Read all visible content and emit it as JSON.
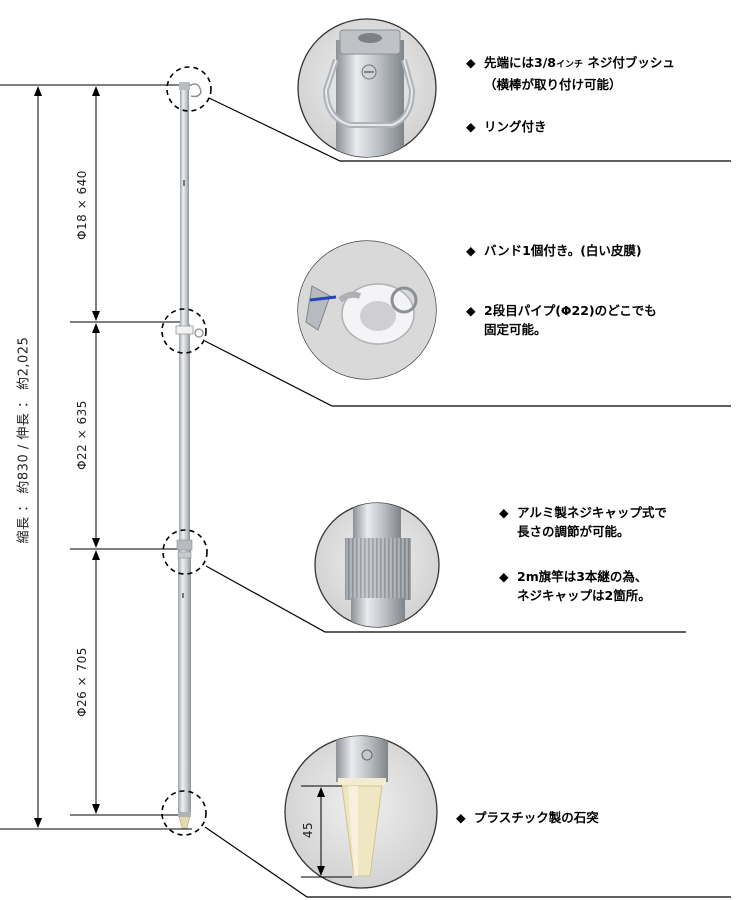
{
  "dimensions": {
    "total": "縮長 ： 約830 / 伸長 ： 約2,025",
    "section1": "Φ18 × 640",
    "section2": "Φ22 × 635",
    "section3": "Φ26 × 705",
    "spike": "45"
  },
  "notes": {
    "top_bush_a": "先端には3/8",
    "top_bush_small": "インチ",
    "top_bush_b": " ネジ付ブッシュ",
    "top_bush_line2": "（横棒が取り付け可能）",
    "top_ring": "リング付き",
    "band1": "バンド1個付き。(白い皮膜)",
    "band2_line1": "2段目パイプ(Φ22)のどこでも",
    "band2_line2": "固定可能。",
    "cap1_line1": "アルミ製ネジキャップ式で",
    "cap1_line2": "長さの調節が可能。",
    "cap2_line1": "2m旗竿は3本継の為、",
    "cap2_line2": "ネジキャップは2箇所。",
    "spike": "プラスチック製の石突"
  },
  "icons": {
    "bullet": "◆"
  },
  "colors": {
    "pole": "#c9cdd2",
    "pole_shade": "#9aa0a6",
    "line": "#000000",
    "bubble_bg": "#e6e6e6",
    "spike_tip": "#eadcb0"
  }
}
